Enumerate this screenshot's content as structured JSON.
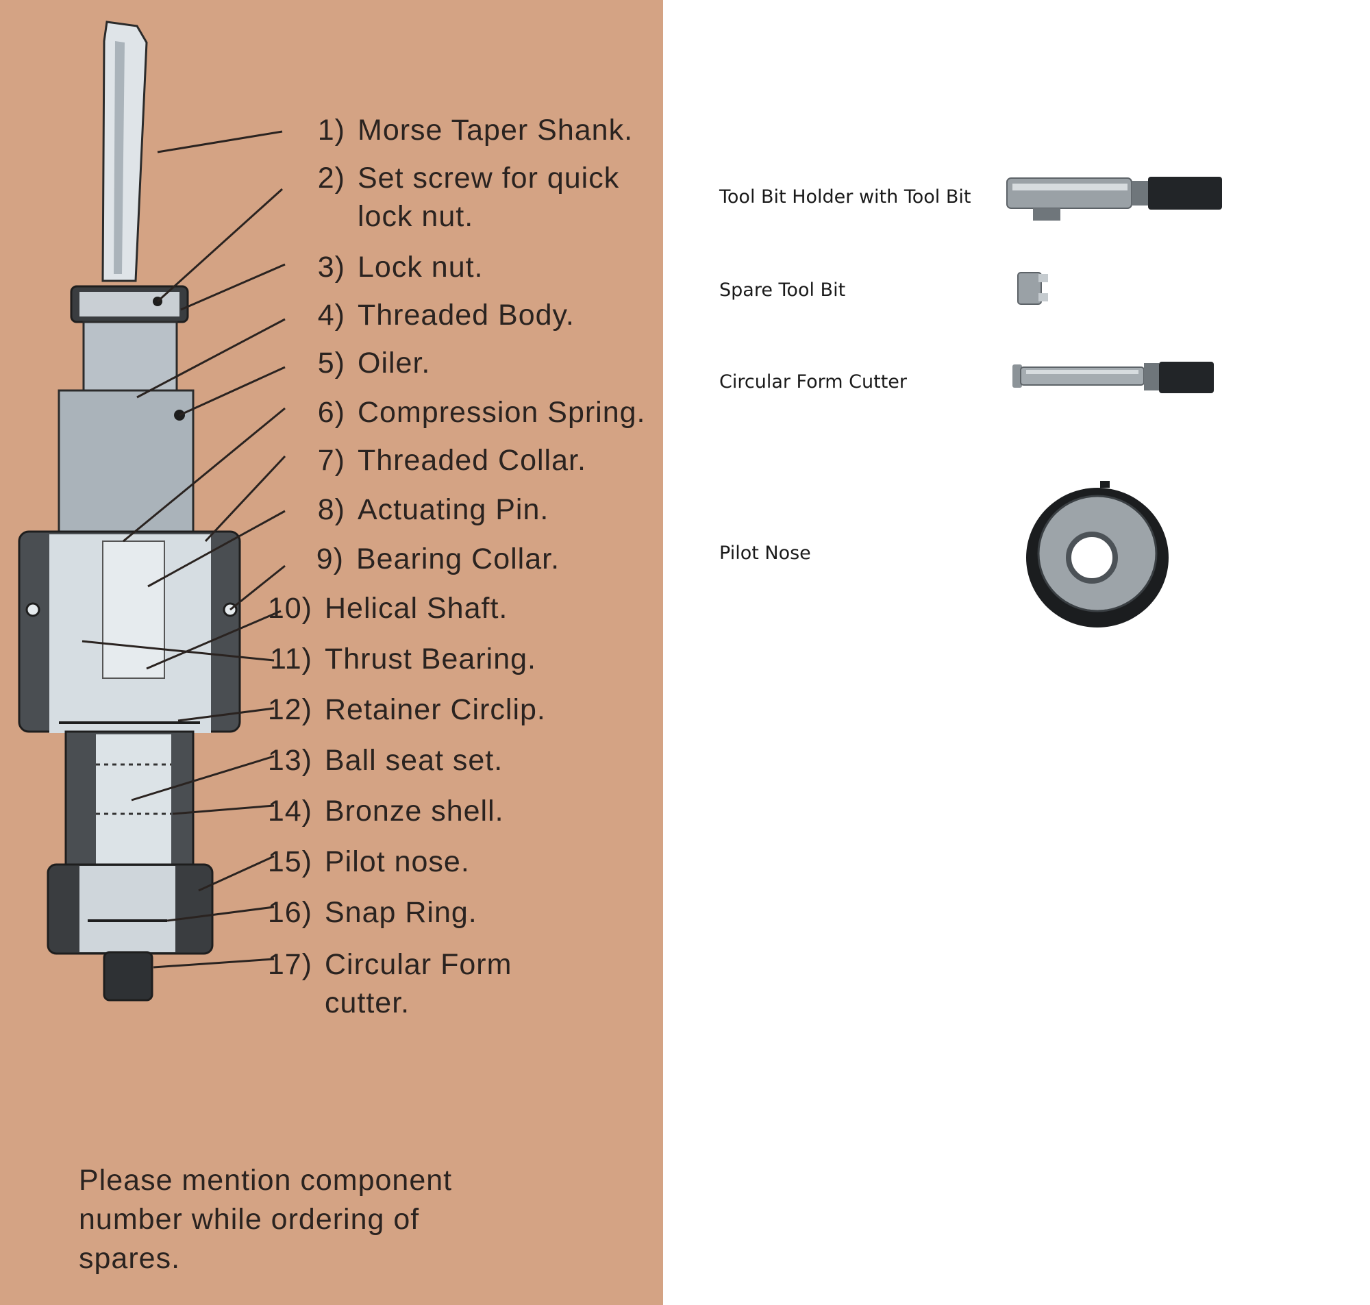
{
  "parts": [
    {
      "num": "1)",
      "lines": [
        "Morse Taper Shank."
      ]
    },
    {
      "num": "2)",
      "lines": [
        "Set screw for quick",
        "lock nut."
      ]
    },
    {
      "num": "3)",
      "lines": [
        "Lock nut."
      ]
    },
    {
      "num": "4)",
      "lines": [
        "Threaded Body."
      ]
    },
    {
      "num": "5)",
      "lines": [
        "Oiler."
      ]
    },
    {
      "num": "6)",
      "lines": [
        "Compression Spring."
      ]
    },
    {
      "num": "7)",
      "lines": [
        "Threaded Collar."
      ]
    },
    {
      "num": "8)",
      "lines": [
        "Actuating Pin."
      ]
    },
    {
      "num": "9)",
      "lines": [
        "Bearing Collar."
      ]
    },
    {
      "num": "10)",
      "lines": [
        "Helical Shaft."
      ]
    },
    {
      "num": "11)",
      "lines": [
        "Thrust Bearing."
      ]
    },
    {
      "num": "12)",
      "lines": [
        "Retainer Circlip."
      ]
    },
    {
      "num": "13)",
      "lines": [
        "Ball seat set."
      ]
    },
    {
      "num": "14)",
      "lines": [
        "Bronze shell."
      ]
    },
    {
      "num": "15)",
      "lines": [
        "Pilot nose."
      ]
    },
    {
      "num": "16)",
      "lines": [
        "Snap Ring."
      ]
    },
    {
      "num": "17)",
      "lines": [
        "Circular Form",
        "cutter."
      ]
    }
  ],
  "order_note": "Please mention component number while ordering of spares.",
  "spares": [
    {
      "label": "Tool Bit Holder with Tool Bit"
    },
    {
      "label": "Spare Tool Bit"
    },
    {
      "label": "Circular Form Cutter"
    },
    {
      "label": "Pilot Nose"
    }
  ]
}
